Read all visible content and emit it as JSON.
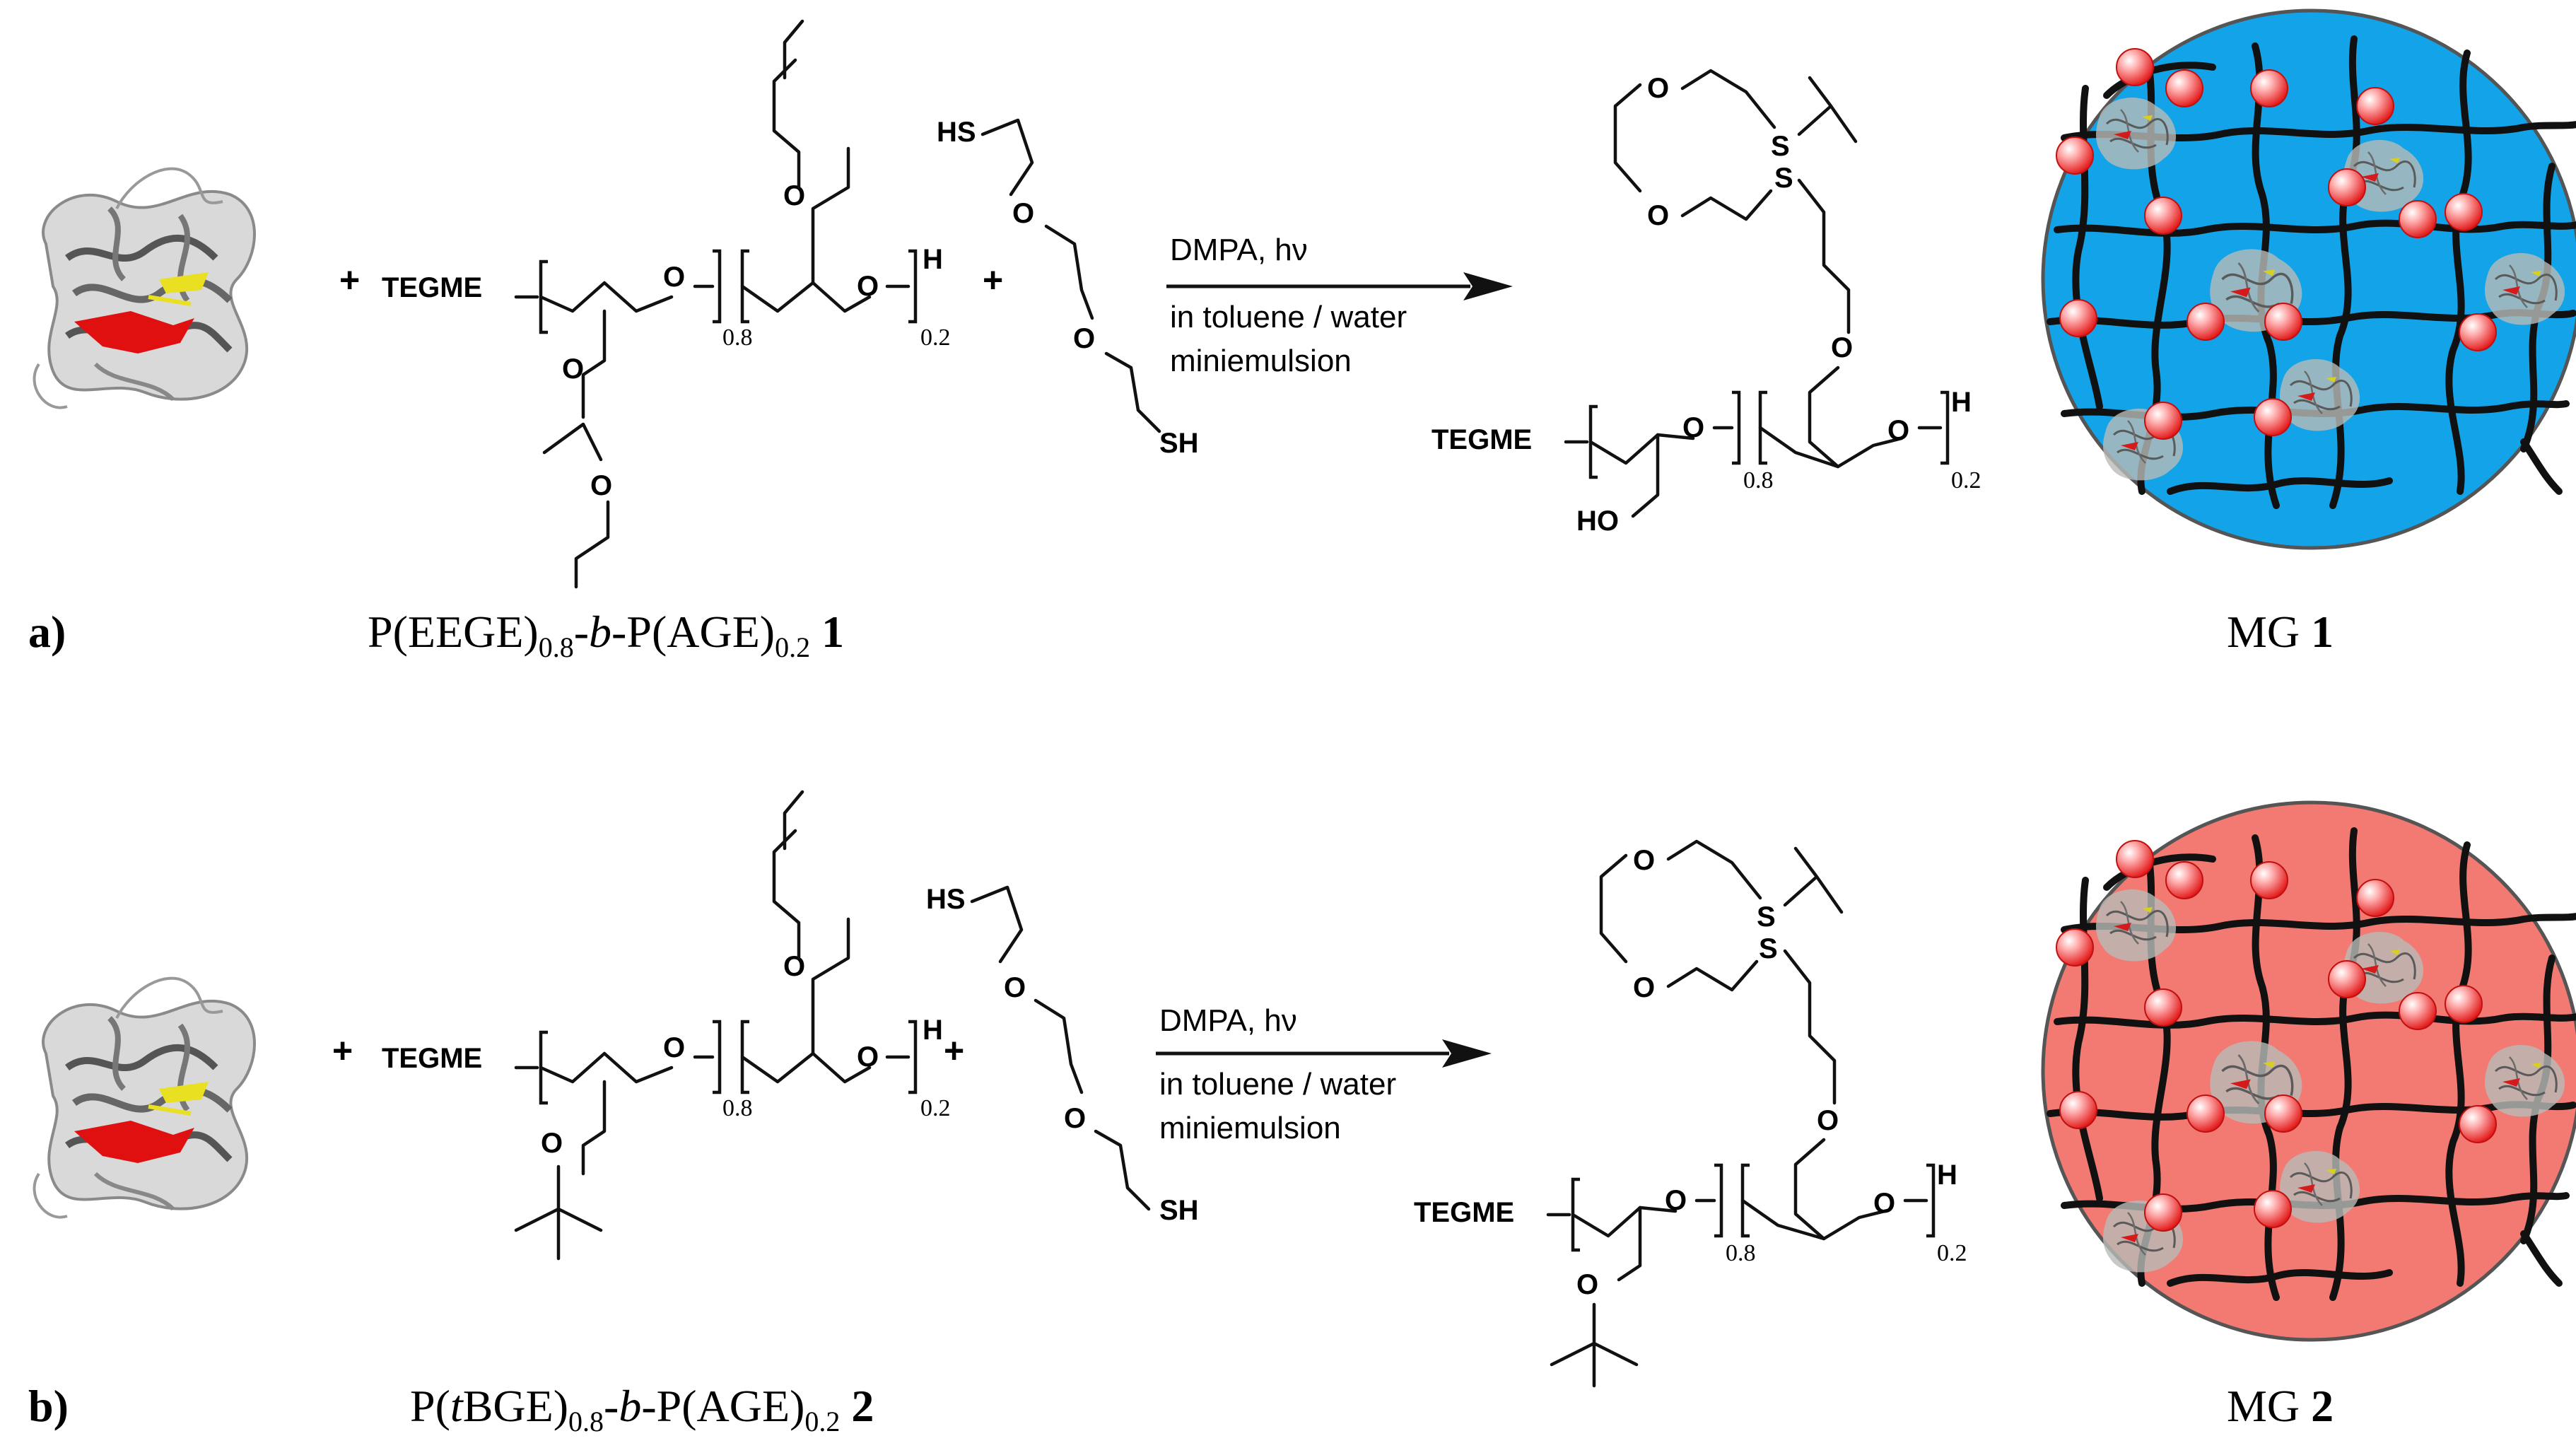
{
  "rows": [
    {
      "panel_label": "a)",
      "tegme": "TEGME",
      "plus": "+",
      "sub_a": "0.8",
      "sub_b": "0.2",
      "atom_o": "O",
      "atom_h": "H",
      "atom_s": "S",
      "thiol_top": "HS",
      "thiol_bottom": "SH",
      "reagent": "DMPA, hν",
      "conditions_1": "in toluene / water",
      "conditions_2": "miniemulsion",
      "product_side": "HO",
      "polymer_name": {
        "a": "P(EEGE)",
        "b": "0.8",
        "c": "-",
        "d": "b",
        "e": "-P(AGE)",
        "f": "0.2",
        "num": "1"
      },
      "mg_label": {
        "text": "MG",
        "num": "1"
      },
      "sphere_color": "#13a3e8"
    },
    {
      "panel_label": "b)",
      "tegme": "TEGME",
      "plus": "+",
      "sub_a": "0.8",
      "sub_b": "0.2",
      "atom_o": "O",
      "atom_h": "H",
      "atom_s": "S",
      "thiol_top": "HS",
      "thiol_bottom": "SH",
      "reagent": "DMPA, hν",
      "conditions_1": "in toluene / water",
      "conditions_2": "miniemulsion",
      "product_side": "",
      "polymer_name": {
        "a": "P(",
        "t": "t",
        "a2": "BGE)",
        "b": "0.8",
        "c": "-",
        "d": "b",
        "e": "-P(AGE)",
        "f": "0.2",
        "num": "2"
      },
      "mg_label": {
        "text": "MG",
        "num": "2"
      },
      "sphere_color": "#f27a72"
    }
  ]
}
